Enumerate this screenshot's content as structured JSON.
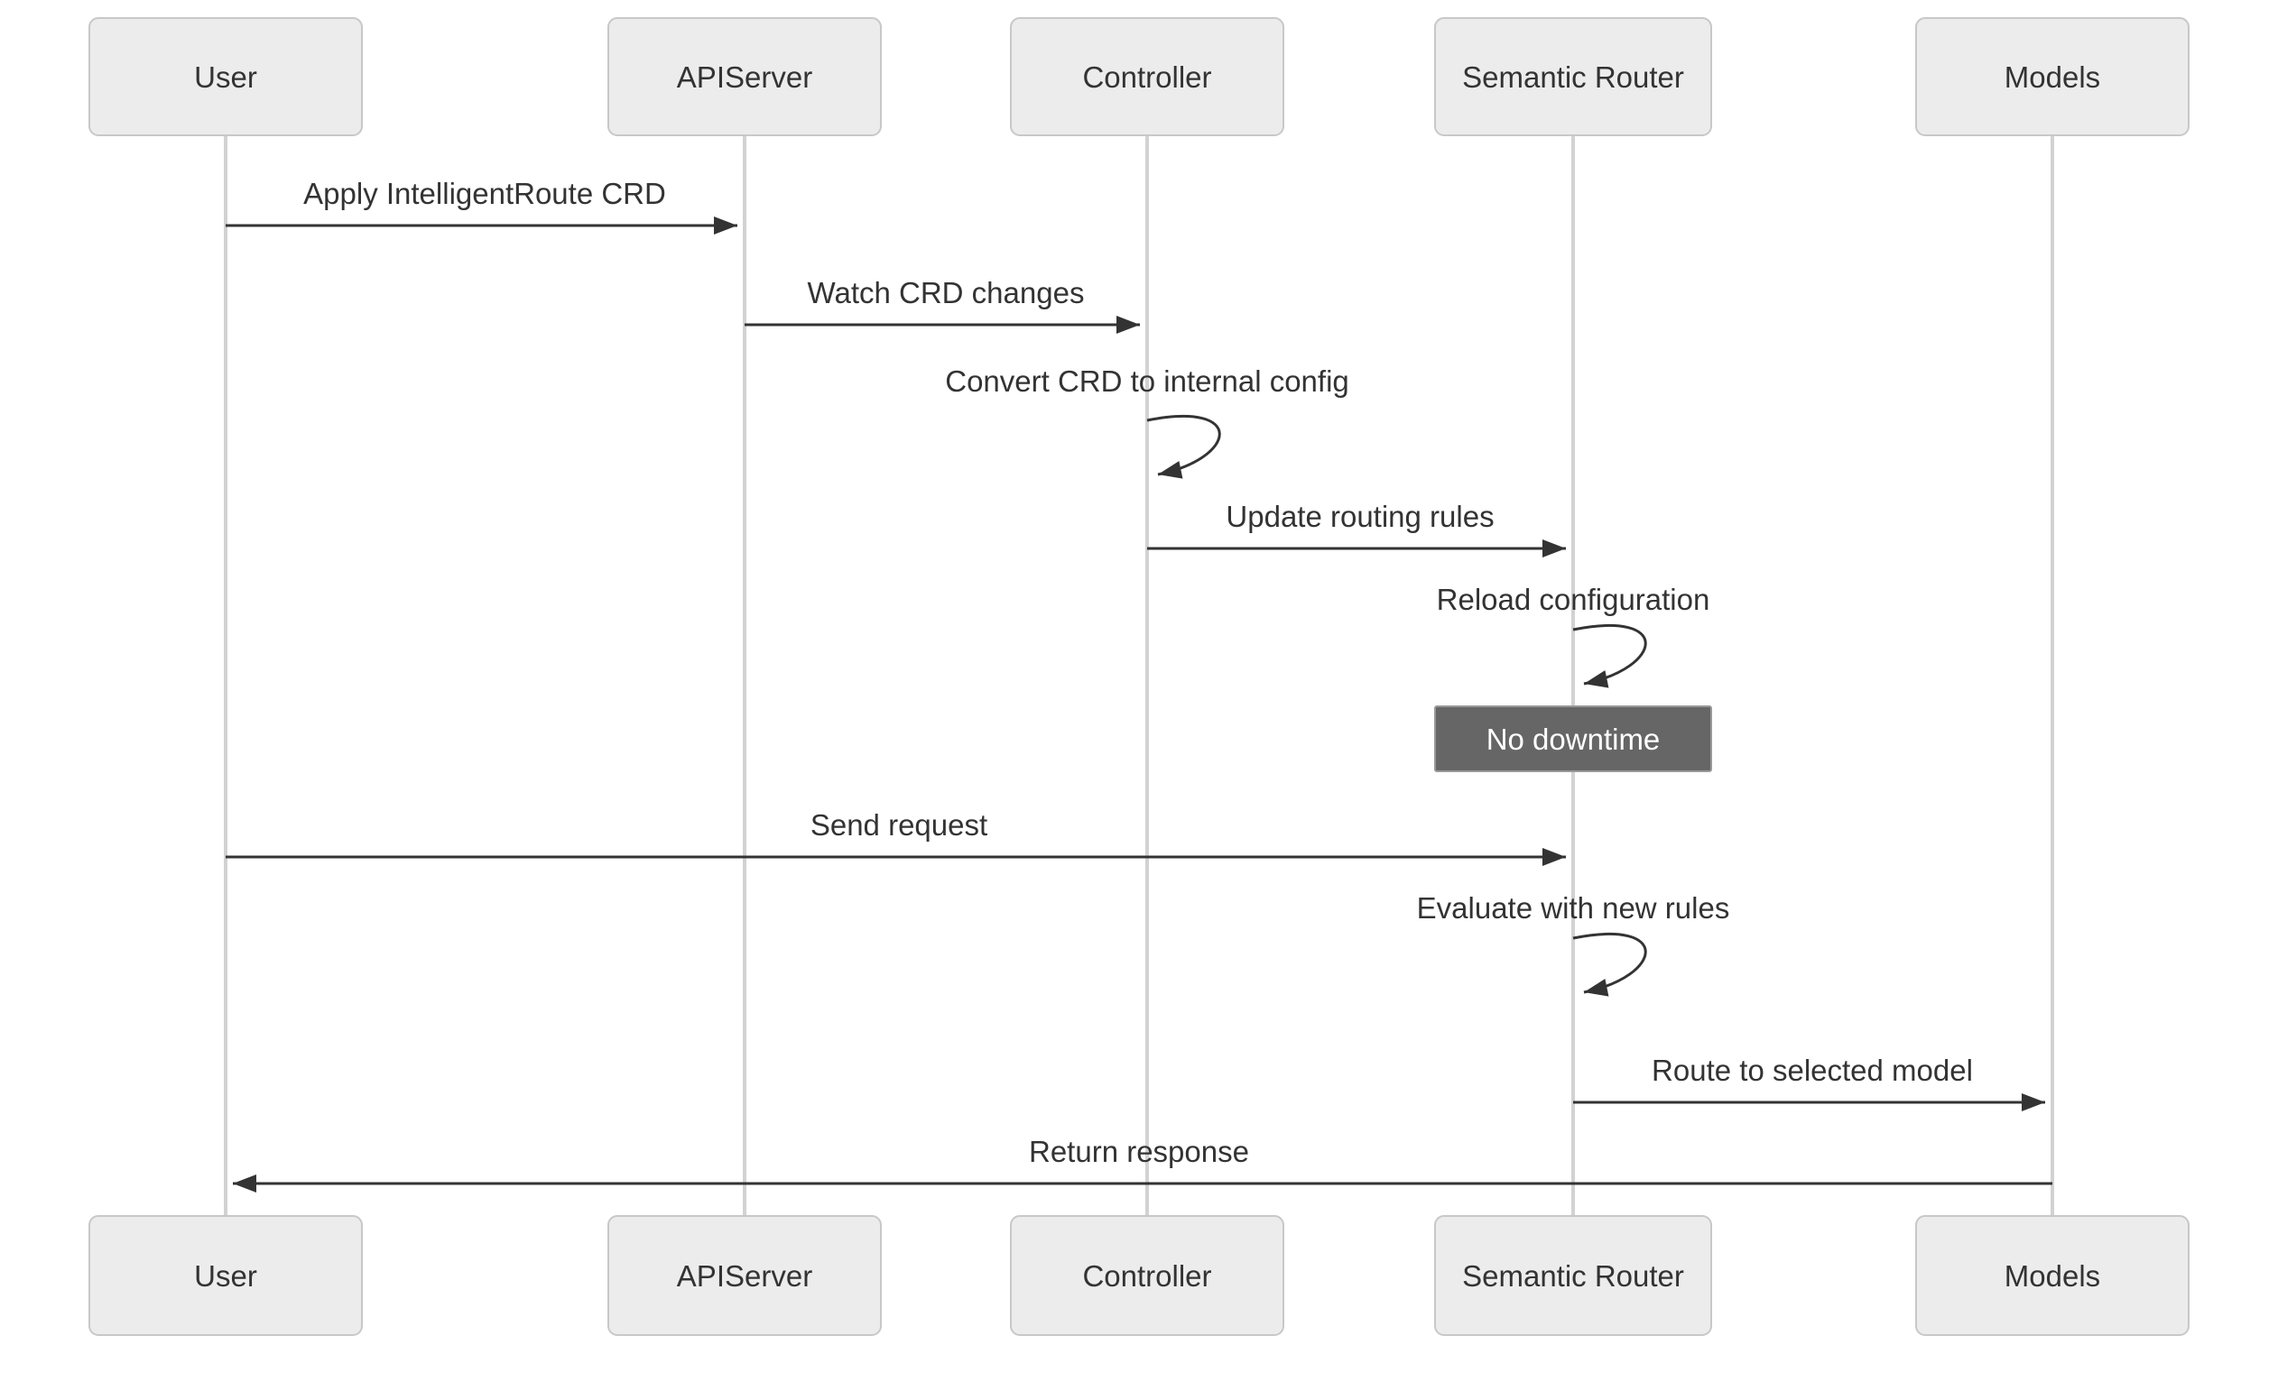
{
  "diagram_type": "sequence-diagram",
  "actors": [
    {
      "name": "User"
    },
    {
      "name": "APIServer"
    },
    {
      "name": "Controller"
    },
    {
      "name": "Semantic Router"
    },
    {
      "name": "Models"
    }
  ],
  "messages": [
    {
      "from": "User",
      "to": "APIServer",
      "label": "Apply IntelligentRoute CRD",
      "arrow": "solid-right"
    },
    {
      "from": "APIServer",
      "to": "Controller",
      "label": "Watch CRD changes",
      "arrow": "solid-right"
    },
    {
      "from": "Controller",
      "to": "Controller",
      "label": "Convert CRD to internal config",
      "arrow": "self-loop"
    },
    {
      "from": "Controller",
      "to": "Semantic Router",
      "label": "Update routing rules",
      "arrow": "solid-right"
    },
    {
      "from": "Semantic Router",
      "to": "Semantic Router",
      "label": "Reload configuration",
      "arrow": "self-loop"
    },
    {
      "from": "User",
      "to": "Semantic Router",
      "label": "Send request",
      "arrow": "solid-right"
    },
    {
      "from": "Semantic Router",
      "to": "Semantic Router",
      "label": "Evaluate with new rules",
      "arrow": "self-loop"
    },
    {
      "from": "Semantic Router",
      "to": "Models",
      "label": "Route to selected model",
      "arrow": "solid-right"
    },
    {
      "from": "Models",
      "to": "User",
      "label": "Return response",
      "arrow": "solid-left"
    }
  ],
  "note": {
    "over": "Semantic Router",
    "label": "No downtime"
  },
  "colors": {
    "background": "#ffffff",
    "actor_fill": "#ececec",
    "actor_border": "#c8c8c8",
    "lifeline": "#d2d2d2",
    "message": "#333333",
    "text": "#333333",
    "note_fill": "#666666",
    "note_border": "#999999",
    "note_text": "#ffffff"
  }
}
